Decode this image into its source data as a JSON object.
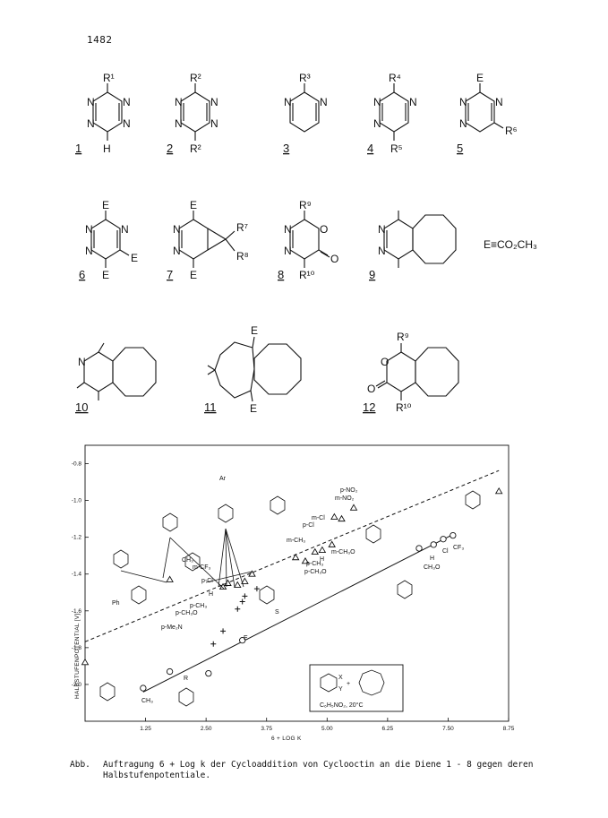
{
  "page": {
    "number": "1482"
  },
  "compounds": {
    "c1": {
      "number": "1",
      "top": "R¹",
      "bottom": "H"
    },
    "c2": {
      "number": "2",
      "top": "R²",
      "bottom": "R²"
    },
    "c3": {
      "number": "3",
      "top": "R³"
    },
    "c4": {
      "number": "4",
      "top": "R⁴",
      "bottom": "R⁵"
    },
    "c5": {
      "number": "5",
      "top": "E",
      "right": "R⁶"
    },
    "c6": {
      "number": "6",
      "top": "E",
      "right": "E",
      "bottom": "E"
    },
    "c7": {
      "number": "7",
      "top": "E",
      "bottom": "E",
      "r7": "R⁷",
      "r8": "R⁸"
    },
    "c8": {
      "number": "8",
      "top": "R⁹",
      "bottom": "R¹⁰",
      "ring_o": "O",
      "carbonyl_o": "O"
    },
    "c9": {
      "number": "9"
    },
    "c10": {
      "number": "10"
    },
    "c11": {
      "number": "11",
      "top": "E",
      "bottom": "E"
    },
    "c12": {
      "number": "12",
      "top": "R⁹",
      "bottom": "R¹⁰",
      "ring_o": "O",
      "carbonyl_o": "O"
    },
    "n_atom": "N",
    "definition": "E≡CO₂CH₃"
  },
  "chart_data": {
    "type": "scatter",
    "ylabel": "HALBSTUFENPOTENTIAL [V]",
    "xlabel": "6 + LOG K",
    "x_ticks": [
      "1.25",
      "2.50",
      "3.75",
      "5.00",
      "6.25",
      "7.50",
      "8.75"
    ],
    "y_ticks": [
      "-0.8",
      "-1.0",
      "-1.2",
      "-1.4",
      "-1.6",
      "-1.8",
      "-2.0"
    ],
    "xlim": [
      0,
      8.75
    ],
    "ylim": [
      -2.2,
      -0.7
    ],
    "series": [
      {
        "marker": "triangle",
        "line": "dashed",
        "points": [
          {
            "x": 0.0,
            "y": -1.88
          },
          {
            "x": 1.75,
            "y": -1.43
          },
          {
            "x": 2.85,
            "y": -1.47
          },
          {
            "x": 2.95,
            "y": -1.45
          },
          {
            "x": 3.15,
            "y": -1.46
          },
          {
            "x": 3.3,
            "y": -1.44
          },
          {
            "x": 3.45,
            "y": -1.4
          },
          {
            "x": 4.35,
            "y": -1.31
          },
          {
            "x": 4.55,
            "y": -1.33
          },
          {
            "x": 4.75,
            "y": -1.28
          },
          {
            "x": 4.9,
            "y": -1.27
          },
          {
            "x": 5.1,
            "y": -1.24
          },
          {
            "x": 5.15,
            "y": -1.09
          },
          {
            "x": 5.3,
            "y": -1.1
          },
          {
            "x": 5.55,
            "y": -1.04
          },
          {
            "x": 8.55,
            "y": -0.95
          }
        ]
      },
      {
        "marker": "circle",
        "line": "solid",
        "points": [
          {
            "x": 1.2,
            "y": -2.02
          },
          {
            "x": 1.75,
            "y": -1.93
          },
          {
            "x": 2.55,
            "y": -1.94
          },
          {
            "x": 3.25,
            "y": -1.76
          },
          {
            "x": 6.9,
            "y": -1.26
          },
          {
            "x": 7.2,
            "y": -1.24
          },
          {
            "x": 7.4,
            "y": -1.21
          },
          {
            "x": 7.6,
            "y": -1.19
          }
        ]
      },
      {
        "marker": "cross",
        "line": "none",
        "points": [
          {
            "x": 2.65,
            "y": -1.78
          },
          {
            "x": 2.85,
            "y": -1.71
          },
          {
            "x": 3.15,
            "y": -1.59
          },
          {
            "x": 3.25,
            "y": -1.55
          },
          {
            "x": 3.3,
            "y": -1.52
          },
          {
            "x": 3.55,
            "y": -1.48
          }
        ]
      }
    ],
    "annotations": {
      "m_cf3": "m-CF₃",
      "p_cl": "p-Cl",
      "h": "H",
      "p_ch3": "p-CH₃",
      "p_ch3o": "p-CH₃O",
      "p_me2n": "p-Me₂N",
      "ch3": "CH₃",
      "e": "E",
      "ph": "Ph",
      "s": "S",
      "ar": "Ar",
      "p_no2": "p-NO₂",
      "m_no2": "m-NO₂",
      "m_cl": "m-Cl",
      "p_cl2": "p-Cl",
      "m_ch3": "m-CH₃",
      "m_ch3o": "m-CH₃O",
      "h2": "H",
      "p_ch3b": "p-CH₃",
      "p_ch3o_b": "p-CH₃O",
      "ch3o": "CH₃O",
      "cl": "Cl",
      "cf3": "CF₃",
      "h3": "H",
      "ch3b": "CH₃",
      "r": "R",
      "y_lbl": "Y",
      "x_lbl": "X",
      "inset_condition": "C₆H₅NO₂, 20°C"
    }
  },
  "caption": {
    "label": "Abb.",
    "line1": "Auftragung 6 + Log k der Cycloaddition von Cyclooctin an die Diene 1 - 8 gegen deren",
    "line2": "Halbstufenpotentiale."
  }
}
